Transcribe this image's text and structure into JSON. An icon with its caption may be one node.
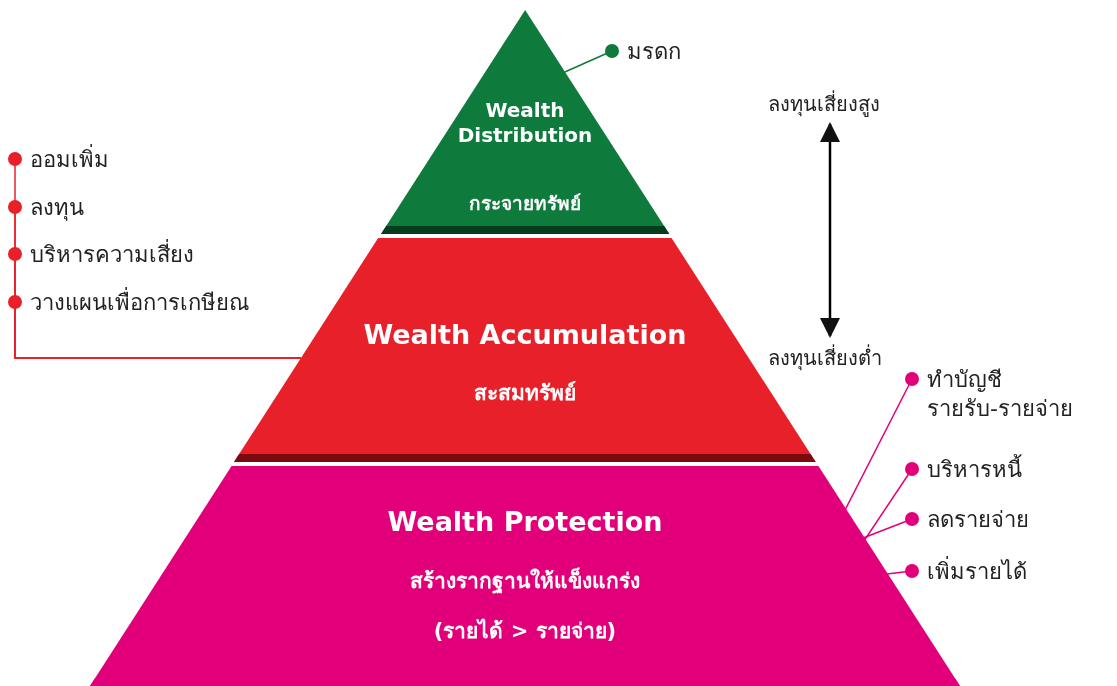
{
  "diagram": {
    "nodes": [
      {
        "text": [
          "Wealth Distribution",
          "กระจายทรัพย์"
        ]
      },
      {
        "text": [
          "Wealth Accumulation",
          "สะสมทรัพย์"
        ]
      },
      {
        "text": [
          "Wealth Protection",
          "สร้างรากฐานให้แข็งแกร่ง",
          "(รายได้ > รายจ่าย)"
        ]
      },
      {
        "text": [
          "มรดก"
        ]
      },
      {
        "text": [
          "ออมเพิ่ม"
        ]
      },
      {
        "text": [
          "ลงทุน"
        ]
      },
      {
        "text": [
          "บริหารความเสี่ยง"
        ]
      },
      {
        "text": [
          "วางแผนเพื่อการเกษียณ"
        ]
      },
      {
        "text": [
          "ลงทุนเสี่ยงสูง"
        ]
      },
      {
        "text": [
          "ลงทุนเสี่ยงต่ำ"
        ]
      },
      {
        "text": [
          "ทำบัญชี รายรับ-รายจ่าย"
        ]
      },
      {
        "text": [
          "บริหารหนี้"
        ]
      },
      {
        "text": [
          "ลดรายจ่าย"
        ]
      },
      {
        "text": [
          "เพิ่มรายได้"
        ]
      }
    ],
    "edges": [
      {
        "from": 3,
        "to": 0,
        "arrow": "none",
        "color": "#0e7a3c"
      },
      {
        "from": 4,
        "to": 1,
        "arrow": "none"
      },
      {
        "from": 5,
        "to": 1,
        "arrow": "none"
      },
      {
        "from": 6,
        "to": 1,
        "arrow": "none"
      },
      {
        "from": 7,
        "to": 1,
        "arrow": "none"
      },
      {
        "from": 8,
        "to": 9,
        "arrow": "both",
        "color": "#000000"
      },
      {
        "from": 10,
        "to": 2,
        "arrow": "none",
        "color": "#e2007a"
      },
      {
        "from": 11,
        "to": 2,
        "arrow": "none",
        "color": "#e2007a"
      },
      {
        "from": 12,
        "to": 2,
        "arrow": "none",
        "color": "#e2007a"
      },
      {
        "from": 13,
        "to": 2,
        "arrow": "none",
        "color": "#e2007a"
      }
    ]
  }
}
